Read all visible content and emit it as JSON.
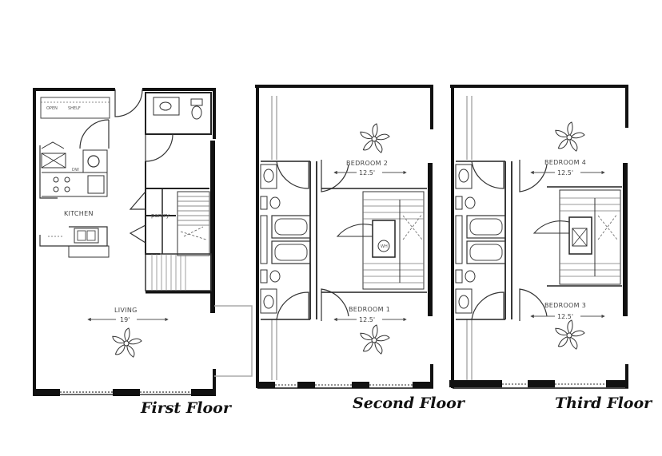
{
  "floors": [
    {
      "title": "First Floor",
      "rooms": [
        {
          "label": "KITCHEN"
        },
        {
          "label": "pantry"
        },
        {
          "label": "LIVING",
          "dimension": "19'"
        }
      ],
      "fixtures": [
        "OPEN",
        "SHELF",
        "DW"
      ]
    },
    {
      "title": "Second Floor",
      "rooms": [
        {
          "label": "BEDROOM 2",
          "dimension": "12.5'"
        },
        {
          "label": "BEDROOM 1",
          "dimension": "12.5'"
        }
      ],
      "fixtures": [
        "WH"
      ]
    },
    {
      "title": "Third Floor",
      "rooms": [
        {
          "label": "BEDROOM 4",
          "dimension": "12.5'"
        },
        {
          "label": "BEDROOM 3",
          "dimension": "12.5'"
        }
      ]
    }
  ]
}
